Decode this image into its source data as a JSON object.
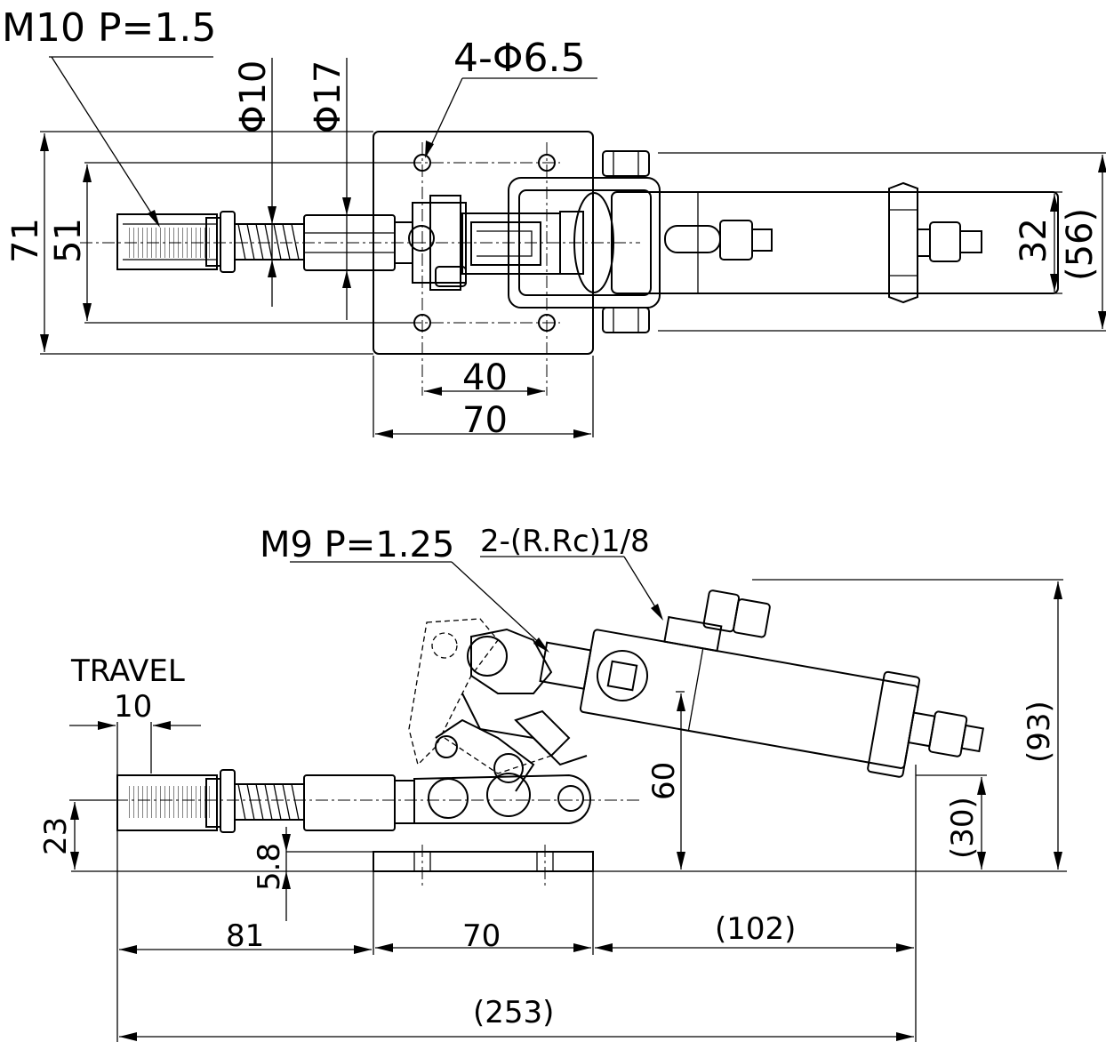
{
  "top_view": {
    "thread_label": "M10 P=1.5",
    "holes_label": "4-Φ6.5",
    "dia_small": "Φ10",
    "dia_large": "Φ17",
    "height_overall": "71",
    "height_inner": "51",
    "hole_spacing": "40",
    "base_width": "70",
    "cylinder_height": "32",
    "cylinder_body": "(56)"
  },
  "side_view": {
    "thread_label": "M9 P=1.25",
    "port_label": "2-(R.Rc)1/8",
    "travel_label": "TRAVEL",
    "travel_value": "10",
    "rod_height": "23",
    "base_offset": "5.8",
    "pivot_height": "60",
    "cylinder_offset": "(30)",
    "overall_height": "(93)",
    "rod_length": "81",
    "base_width": "70",
    "cylinder_length": "(102)",
    "overall_length": "(253)"
  }
}
